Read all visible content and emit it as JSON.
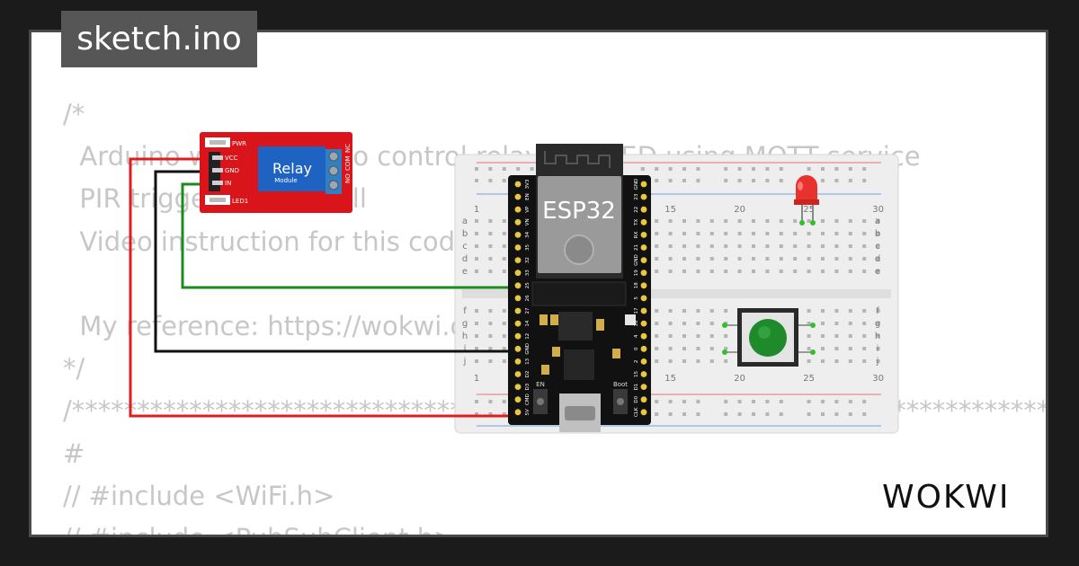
{
  "tab": {
    "filename": "sketch.ino"
  },
  "code_lines": [
    "/*",
    "  Arduino with ESP32 to control relay and LED using MQTT service",
    "  PIR triggers MQTT call",
    "  Video instruction for this code: https://www.youtube.com/",
    "",
    "  My reference: https://wokwi.com/projects/32345",
    "*/",
    "/*********************************************************************************",
    "#",
    "// #include <WiFi.h>",
    "// #include <PubSubClient.h>"
  ],
  "relay": {
    "title": "Relay",
    "subtitle": "Module",
    "pwr_label": "PWR",
    "led_label": "LED1",
    "pins": [
      "VCC",
      "GND",
      "IN"
    ],
    "terminals": [
      "NO",
      "COM",
      "NC"
    ],
    "color": "#d9141a"
  },
  "esp32": {
    "label": "ESP32",
    "en_label": "EN",
    "boot_label": "Boot",
    "left_pins": [
      "3V3",
      "EN",
      "VP",
      "VN",
      "34",
      "35",
      "32",
      "33",
      "25",
      "26",
      "27",
      "14",
      "12",
      "GND",
      "13",
      "D2",
      "D3",
      "CMD",
      "5V"
    ],
    "right_pins": [
      "GND",
      "23",
      "22",
      "TX",
      "RX",
      "21",
      "GND",
      "19",
      "18",
      "5",
      "17",
      "16",
      "4",
      "0",
      "2",
      "15",
      "D1",
      "D0",
      "CLK"
    ]
  },
  "breadboard": {
    "column_numbers": [
      "1",
      "15",
      "20",
      "25",
      "30"
    ],
    "top_rows": [
      "a",
      "b",
      "c",
      "d",
      "e"
    ],
    "bottom_rows": [
      "f",
      "g",
      "h",
      "i",
      "j"
    ]
  },
  "led": {
    "color": "#e8322e"
  },
  "pushbutton": {
    "color": "#1f8a2b"
  },
  "wires": {
    "vcc_color": "#e31b1b",
    "gnd_color": "#111111",
    "signal_color": "#1d8a1d"
  },
  "brand": {
    "name": "WOKWI"
  }
}
